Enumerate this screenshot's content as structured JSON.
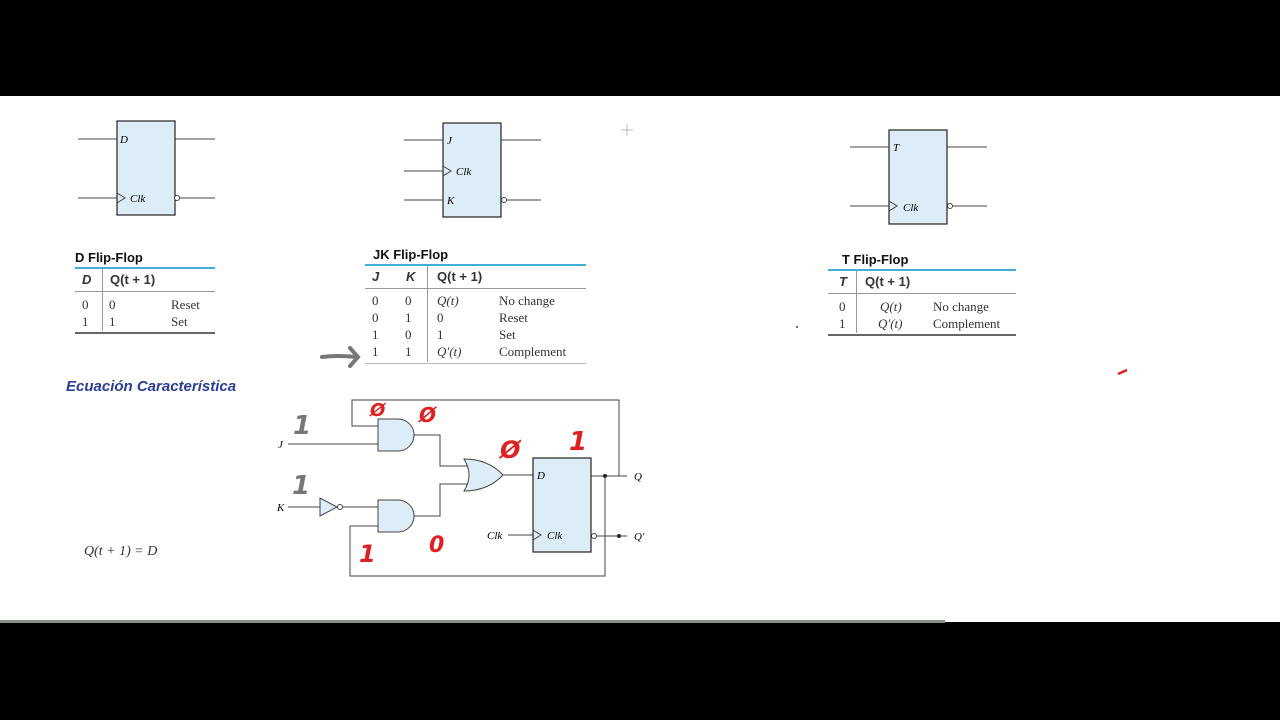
{
  "d_ff": {
    "inputs": [
      "D",
      "Clk"
    ],
    "table": {
      "title": "D Flip-Flop",
      "headers": [
        "D",
        "Q(t + 1)"
      ],
      "rows": [
        [
          "0",
          "0",
          "Reset"
        ],
        [
          "1",
          "1",
          "Set"
        ]
      ]
    }
  },
  "jk_ff": {
    "inputs": [
      "J",
      "Clk",
      "K"
    ],
    "table": {
      "title": "JK Flip-Flop",
      "headers": [
        "J",
        "K",
        "Q(t + 1)"
      ],
      "rows": [
        [
          "0",
          "0",
          "Q(t)",
          "No change"
        ],
        [
          "0",
          "1",
          "0",
          "Reset"
        ],
        [
          "1",
          "0",
          "1",
          "Set"
        ],
        [
          "1",
          "1",
          "Q′(t)",
          "Complement"
        ]
      ]
    }
  },
  "t_ff": {
    "inputs": [
      "T",
      "Clk"
    ],
    "table": {
      "title": "T Flip-Flop",
      "headers": [
        "T",
        "Q(t + 1)"
      ],
      "rows": [
        [
          "0",
          "Q(t)",
          "No change"
        ],
        [
          "1",
          "Q′(t)",
          "Complement"
        ]
      ]
    }
  },
  "equation": {
    "title": "Ecuación Característica",
    "formula": "Q(t + 1) = D"
  },
  "circuit": {
    "input_j": "J",
    "input_k": "K",
    "input_clk": "Clk",
    "ff_d": "D",
    "ff_clk": "Clk",
    "out_q": "Q",
    "out_qn": "Q′"
  },
  "annotations": {
    "color": "#e02020",
    "gray": "#777777",
    "j_value": "1",
    "k_value": "1",
    "and1_top": "Ø",
    "and1_out": "Ø",
    "or_out": "Ø",
    "ff_out": "1",
    "and2_bottom": "1",
    "and2_out": "0"
  },
  "colors": {
    "box_fill": "#dcedf7",
    "table_rule": "#3fb0d6",
    "title": "#2b3d9a"
  }
}
